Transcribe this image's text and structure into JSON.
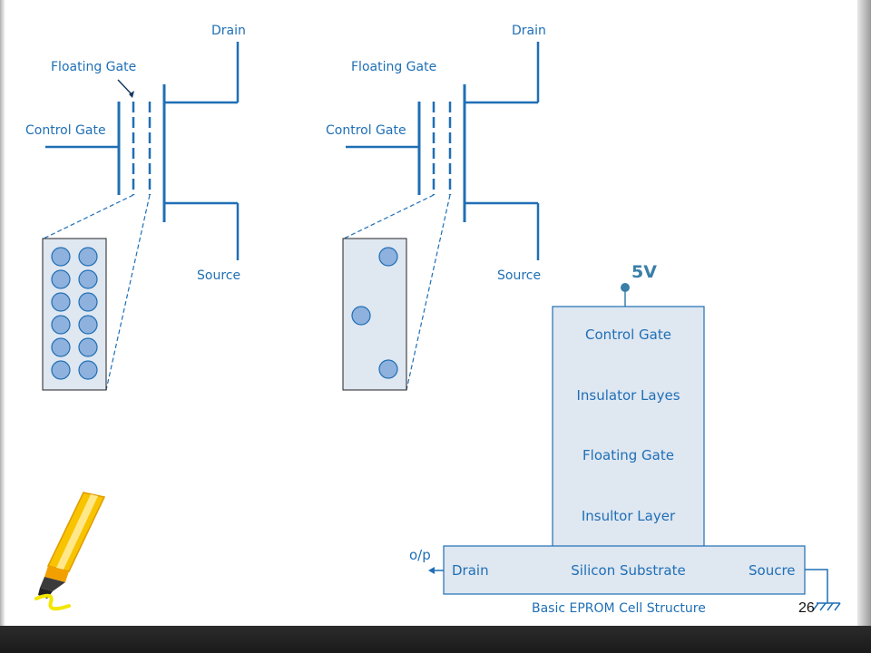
{
  "transistor_left": {
    "drain": "Drain",
    "source": "Source",
    "floating_gate": "Floating Gate",
    "control_gate": "Control Gate"
  },
  "transistor_right": {
    "drain": "Drain",
    "source": "Source",
    "floating_gate": "Floating Gate",
    "control_gate": "Control Gate"
  },
  "charge_box_left": {
    "electron_count": 12
  },
  "charge_box_right": {
    "electron_count": 3
  },
  "eprom": {
    "voltage": "5V",
    "layers": [
      "Control Gate",
      "Insulator Layes",
      "Floating Gate",
      "Insultor Layer"
    ],
    "substrate": "Silicon Substrate",
    "drain": "Drain",
    "source": "Soucre",
    "output": "o/p",
    "caption": "Basic EPROM Cell Structure"
  },
  "page_number": "26",
  "colors": {
    "line": "#1f6fb5",
    "box_fill": "#dfe7f1",
    "electron_fill": "#8eb1dd"
  },
  "icons": [
    "highlighter-icon"
  ]
}
